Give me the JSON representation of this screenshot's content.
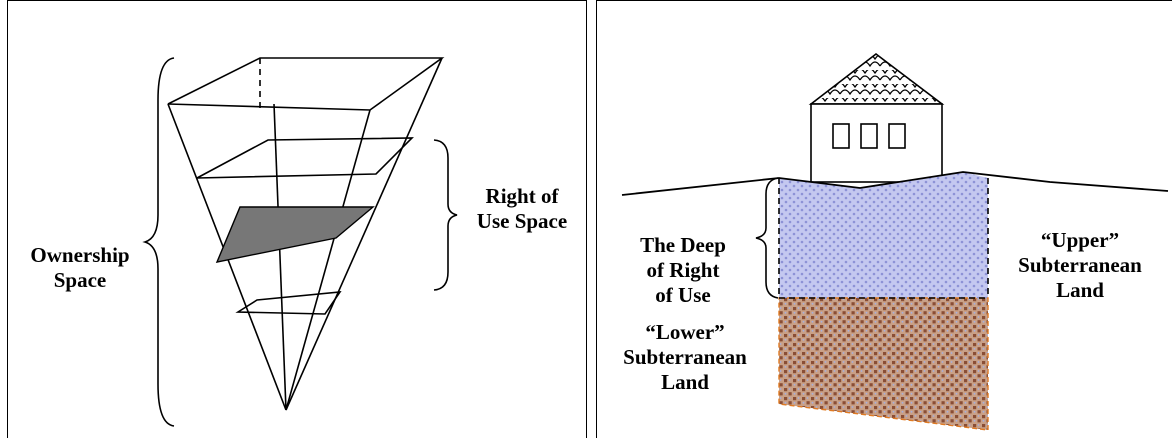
{
  "left_panel": {
    "ownership_label": "Ownership\nSpace",
    "right_of_use_label": "Right of\nUse Space"
  },
  "right_panel": {
    "deep_label": "The Deep\nof Right\nof Use",
    "upper_label": "“Upper”\nSubterranean\nLand",
    "lower_label": "“Lower”\nSubterranean\nLand"
  },
  "colors": {
    "line": "#000000",
    "shaded_plane": "#777777",
    "upper_fill": "#c4c8f0",
    "upper_dots": "#8d92d6",
    "lower_fill": "#c9a087",
    "lower_dots": "#8a4e35",
    "lower_border": "#e07a22"
  }
}
